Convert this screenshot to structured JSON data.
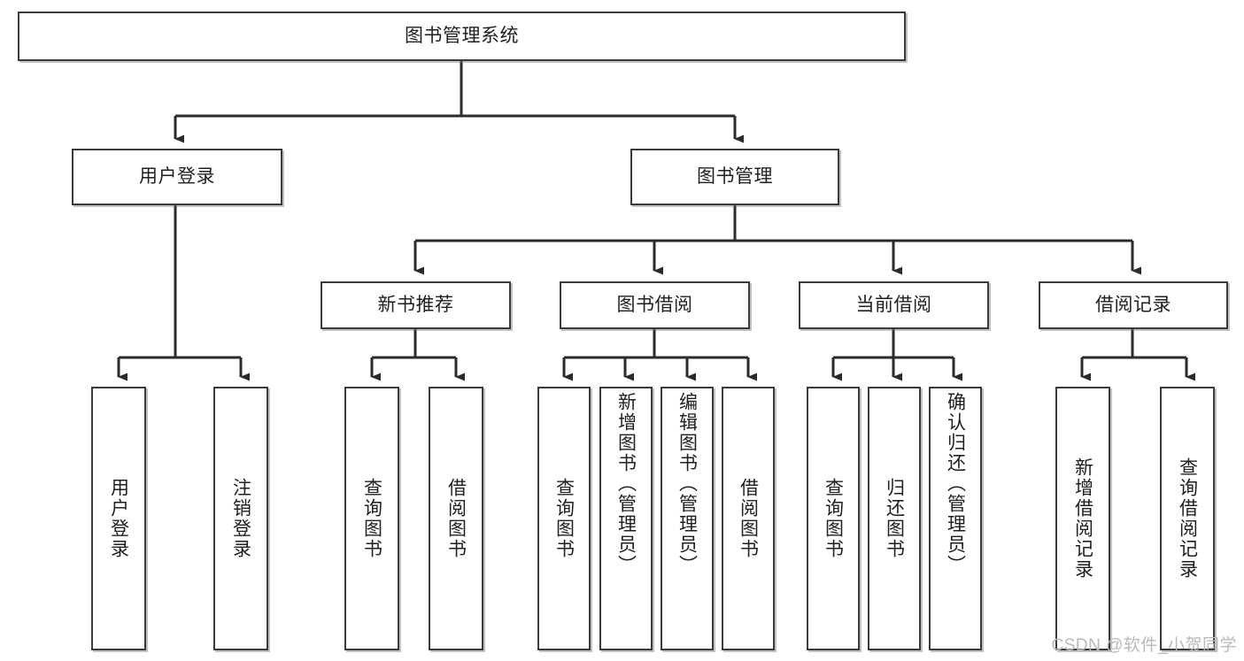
{
  "diagram": {
    "title": "图书管理系统",
    "watermark": "CSDN @软件_小贺同学",
    "colors": {
      "box_border": "#3a3a3a",
      "box_fill": "#ffffff",
      "connector": "#2b2b2b",
      "text": "#1f1f1f",
      "watermark": "#b9b9b9",
      "background": "#ffffff"
    },
    "levels": {
      "root": {
        "label": "图书管理系统"
      },
      "level2": [
        {
          "label": "用户登录"
        },
        {
          "label": "图书管理"
        }
      ],
      "level3": [
        {
          "label": "新书推荐"
        },
        {
          "label": "图书借阅"
        },
        {
          "label": "当前借阅"
        },
        {
          "label": "借阅记录"
        }
      ],
      "leaves": [
        {
          "label": "用户登录",
          "parent": "用户登录"
        },
        {
          "label": "注销登录",
          "parent": "用户登录"
        },
        {
          "label": "查询图书",
          "parent": "新书推荐"
        },
        {
          "label": "借阅图书",
          "parent": "新书推荐"
        },
        {
          "label": "查询图书",
          "parent": "图书借阅"
        },
        {
          "label": "新增图书（管理员）",
          "parent": "图书借阅"
        },
        {
          "label": "编辑图书（管理员）",
          "parent": "图书借阅"
        },
        {
          "label": "借阅图书",
          "parent": "图书借阅"
        },
        {
          "label": "查询图书",
          "parent": "当前借阅"
        },
        {
          "label": "归还图书",
          "parent": "当前借阅"
        },
        {
          "label": "确认归还（管理员）",
          "parent": "当前借阅"
        },
        {
          "label": "新增借阅记录",
          "parent": "借阅记录"
        },
        {
          "label": "查询借阅记录",
          "parent": "借阅记录"
        }
      ]
    }
  }
}
